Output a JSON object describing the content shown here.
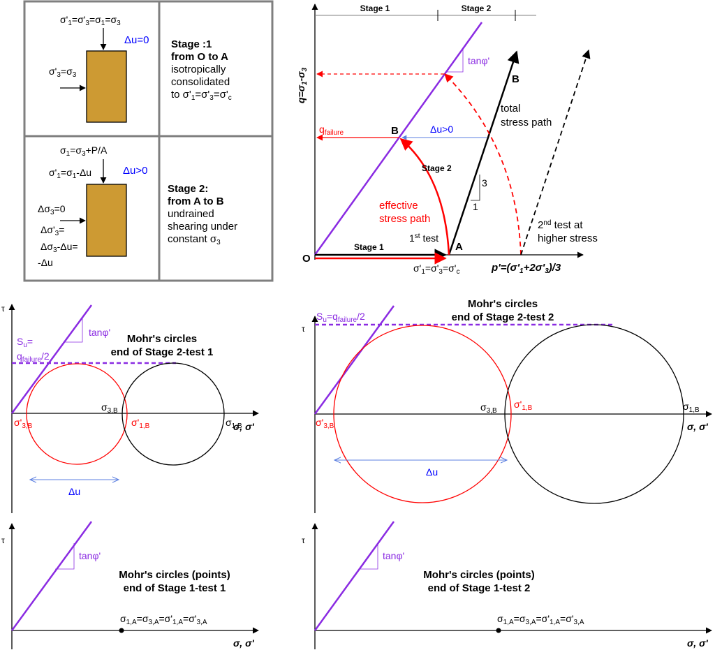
{
  "colors": {
    "purple": "#8a2be2",
    "red": "#ff0000",
    "blue": "#0000ff",
    "black": "#000000",
    "sample": "#cd9a33",
    "box_border": "#7f7f7f",
    "arrow_blue": "#5b7fe0"
  },
  "stage_panel": {
    "stage1": {
      "top_base": "σ'",
      "top_sub": "1",
      "top_rest": "=σ'",
      "top_sub2": "3",
      "top_rest2": "=σ",
      "top_sub3": "1",
      "top_rest3": "=σ",
      "top_sub4": "3",
      "du": "Δu=0",
      "left_base": "σ'",
      "left_sub": "3",
      "left_rest": "=σ",
      "left_sub2": "3",
      "title": "Stage :1",
      "line2": "from O to A",
      "line3": "isotropically",
      "line4": "consolidated",
      "line5_a": "to σ'",
      "line5_s1": "1",
      "line5_b": "=σ'",
      "line5_s2": "3",
      "line5_c": "=σ'",
      "line5_s3": "c"
    },
    "stage2": {
      "top_a": "σ",
      "top_s1": "1",
      "top_b": "=σ",
      "top_s2": "3",
      "top_c": "+P/A",
      "mid_a": "σ'",
      "mid_s1": "1",
      "mid_b": "=σ",
      "mid_s2": "1",
      "mid_c": "-Δu",
      "du": "Δu>0",
      "ds3_a": "Δσ",
      "ds3_s": "3",
      "ds3_b": "=0",
      "eq1_a": "Δσ'",
      "eq1_s": "3",
      "eq1_b": "=",
      "eq2_a": "Δσ",
      "eq2_s": "3",
      "eq2_b": "-Δu=",
      "eq3": "-Δu",
      "title": "Stage 2:",
      "line2": "from A to B",
      "line3": "undrained",
      "line4": "shearing under",
      "line5_a": "constant σ",
      "line5_s": "3"
    }
  },
  "stress_path": {
    "y_axis_a": "q=σ",
    "y_axis_s1": "1",
    "y_axis_b": "-σ",
    "y_axis_s2": "3",
    "stage1_top": "Stage 1",
    "stage2_top": "Stage 2",
    "tan_phi": "tanφ'",
    "point_B_top": "B",
    "total_stress_path_1": "total",
    "total_stress_path_2": "stress path",
    "q_failure_a": "q",
    "q_failure_s": "failure",
    "point_B": "B",
    "du_gt0": "Δu>0",
    "stage2_label": "Stage 2",
    "slope_3": "3",
    "slope_1": "1",
    "effective_1": "effective",
    "effective_2": "stress path",
    "first_test_a": "1",
    "first_test_sup": "st",
    "first_test_b": " test",
    "second_test_a": "2",
    "second_test_sup": "nd",
    "second_test_b": " test at",
    "second_test_c": "higher stress",
    "origin": "O",
    "stage1_label": "Stage 1",
    "point_A": "A",
    "a_eq_a": "σ'",
    "a_eq_s1": "1",
    "a_eq_b": "=σ'",
    "a_eq_s2": "3",
    "a_eq_c": "=σ'",
    "a_eq_s3": "c",
    "x_axis_a": "p'=(σ'",
    "x_axis_s1": "1",
    "x_axis_b": "+2σ'",
    "x_axis_s2": "3",
    "x_axis_c": ")/3"
  },
  "mohr_test1": {
    "tau": "τ",
    "tan_phi": "tanφ'",
    "su_a": "S",
    "su_s": "u",
    "su_b": "=",
    "qf_a": "q",
    "qf_s": "failure",
    "qf_b": "/2",
    "title1": "Mohr's circles",
    "title2": "end of Stage 2-test 1",
    "s3b_a": "σ",
    "s3b_s": "3,B",
    "s3b_eff_a": "σ'",
    "s3b_eff_s": "3,B",
    "s1b_eff_a": "σ'",
    "s1b_eff_s": "1,B",
    "s1b_a": "σ",
    "s1b_s": "1,B",
    "x_axis": "σ, σ'",
    "du": "Δu"
  },
  "mohr_test2": {
    "tau": "τ",
    "su_a": "S",
    "su_s": "u",
    "su_b": "=q",
    "su_s2": "failure",
    "su_c": "/2",
    "title1": "Mohr's circles",
    "title2": "end of Stage 2-test 2",
    "s3b_a": "σ",
    "s3b_s": "3,B",
    "s1b_eff_a": "σ'",
    "s1b_eff_s": "1,B",
    "s1b_a": "σ",
    "s1b_s": "1,B",
    "s3b_eff_a": "σ'",
    "s3b_eff_s": "3,B",
    "x_axis": "σ, σ'",
    "du": "Δu"
  },
  "points_test1": {
    "tau": "τ",
    "tan_phi": "tanφ'",
    "title1": "Mohr's circles (points)",
    "title2": "end of Stage 1-test 1",
    "eq_a": "σ",
    "eq_s1": "1,A",
    "eq_b": "=σ",
    "eq_s2": "3,A",
    "eq_c": "=σ'",
    "eq_s3": "1,A",
    "eq_d": "=σ'",
    "eq_s4": "3,A",
    "x_axis": "σ, σ'"
  },
  "points_test2": {
    "tau": "τ",
    "tan_phi": "tanφ'",
    "title1": "Mohr's circles (points)",
    "title2": "end of Stage 1-test 2",
    "eq_a": "σ",
    "eq_s1": "1,A",
    "eq_b": "=σ",
    "eq_s2": "3,A",
    "eq_c": "=σ'",
    "eq_s3": "1,A",
    "eq_d": "=σ'",
    "eq_s4": "3,A",
    "x_axis": "σ, σ'"
  }
}
